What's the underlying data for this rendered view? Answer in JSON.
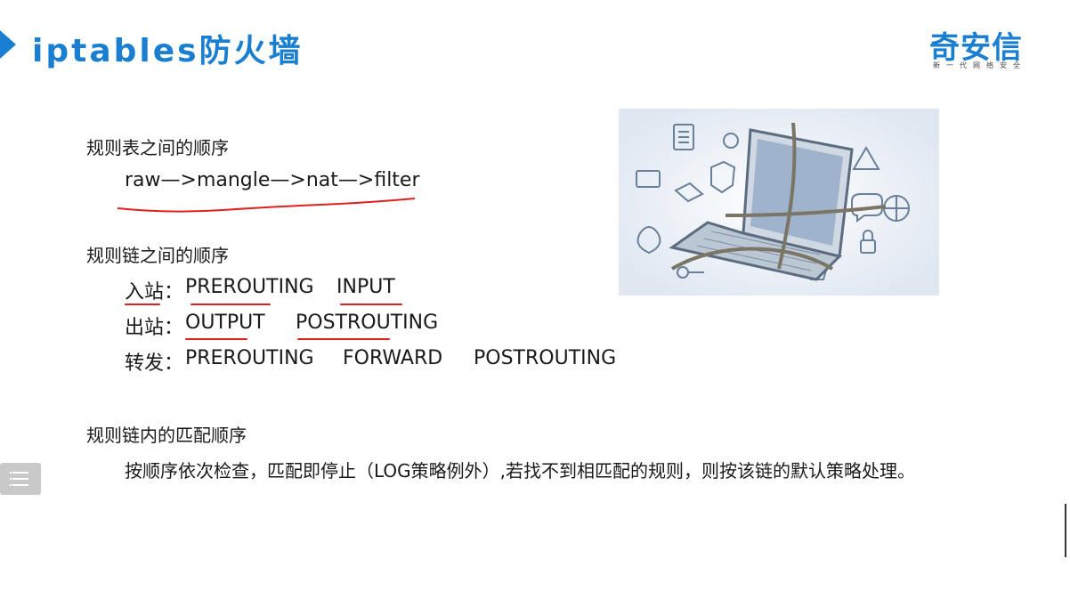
{
  "title": "iptables防火墙",
  "logo": {
    "main": "奇安信",
    "sub": "新一代网络安全"
  },
  "section1": {
    "heading": "规则表之间的顺序",
    "order": "raw—>mangle—>nat—>filter"
  },
  "section2": {
    "heading": "规则链之间的顺序",
    "rows": [
      {
        "label": "入站：",
        "items": [
          "PREROUTING",
          "INPUT"
        ]
      },
      {
        "label": "出站：",
        "items": [
          "OUTPUT",
          "POSTROUTING"
        ]
      },
      {
        "label": "转发：",
        "items": [
          "PREROUTING",
          "FORWARD",
          "POSTROUTING"
        ]
      }
    ]
  },
  "section3": {
    "heading": "规则链内的匹配顺序",
    "body": "按顺序依次检查，匹配即停止（LOG策略例外）,若找不到相匹配的规则，则按该链的默认策略处理。"
  },
  "colors": {
    "accent": "#1a7fd1",
    "annotation": "#e0201e"
  },
  "icons": [
    "menu-icon",
    "laptop-chain-illustration"
  ]
}
